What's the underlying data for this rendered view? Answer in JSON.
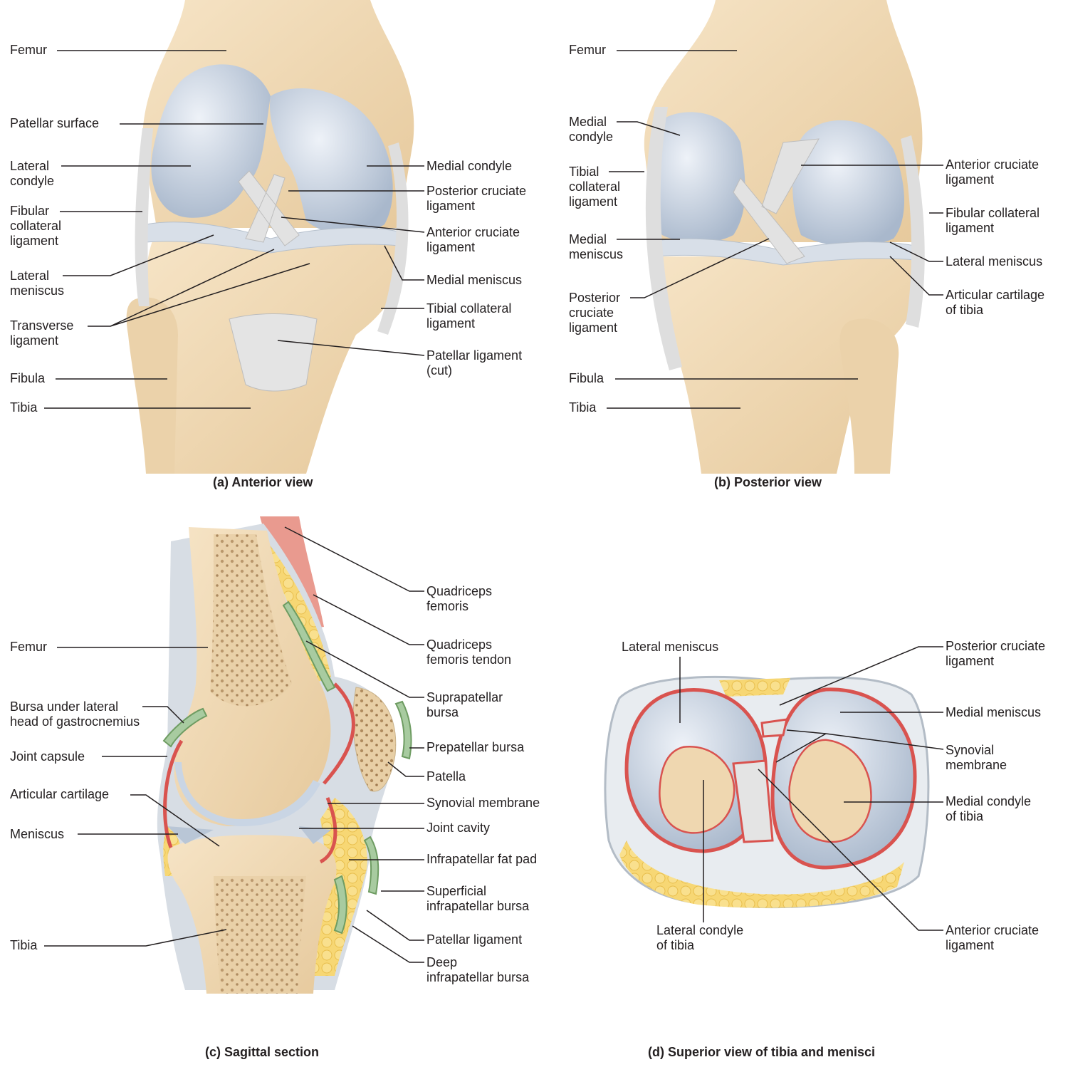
{
  "panels": {
    "anterior": {
      "caption": "(a)  Anterior view",
      "labels": {
        "femur": "Femur",
        "patellar_surface": "Patellar surface",
        "lateral_condyle": "Lateral\ncondyle",
        "fibular_collateral": "Fibular\ncollateral\nligament",
        "lateral_meniscus": "Lateral\nmeniscus",
        "transverse": "Transverse\nligament",
        "fibula": "Fibula",
        "tibia": "Tibia",
        "medial_condyle": "Medial condyle",
        "pcl": "Posterior cruciate\nligament",
        "acl": "Anterior cruciate\nligament",
        "medial_meniscus": "Medial meniscus",
        "tibial_collateral": "Tibial collateral\nligament",
        "patellar_ligament": "Patellar ligament\n(cut)"
      }
    },
    "posterior": {
      "caption": "(b)  Posterior view",
      "labels": {
        "femur": "Femur",
        "medial_condyle": "Medial\ncondyle",
        "tibial_collateral": "Tibial\ncollateral\nligament",
        "medial_meniscus": "Medial\nmeniscus",
        "pcl": "Posterior\ncruciate\nligament",
        "fibula": "Fibula",
        "tibia": "Tibia",
        "acl": "Anterior cruciate\nligament",
        "fibular_collateral": "Fibular collateral\nligament",
        "lateral_meniscus": "Lateral meniscus",
        "articular_cartilage": "Articular cartilage\nof tibia"
      }
    },
    "sagittal": {
      "caption": "(c)  Sagittal section",
      "labels": {
        "femur": "Femur",
        "bursa_gastrocnemius": "Bursa under lateral\nhead of gastrocnemius",
        "joint_capsule": "Joint capsule",
        "articular_cartilage": "Articular cartilage",
        "meniscus": "Meniscus",
        "tibia": "Tibia",
        "quadriceps": "Quadriceps\nfemoris",
        "quadriceps_tendon": "Quadriceps\nfemoris tendon",
        "suprapatellar": "Suprapatellar\nbursa",
        "prepatellar": "Prepatellar bursa",
        "patella": "Patella",
        "synovial": "Synovial membrane",
        "joint_cavity": "Joint cavity",
        "fat_pad": "Infrapatellar fat pad",
        "superficial_bursa": "Superficial\ninfrapatellar bursa",
        "patellar_ligament": "Patellar ligament",
        "deep_bursa": "Deep\ninfrapatellar bursa"
      }
    },
    "superior": {
      "caption": "(d)  Superior view of tibia and menisci",
      "labels": {
        "lateral_meniscus": "Lateral meniscus",
        "pcl": "Posterior cruciate\nligament",
        "medial_meniscus": "Medial meniscus",
        "synovial": "Synovial\nmembrane",
        "medial_condyle": "Medial condyle\nof tibia",
        "lateral_condyle": "Lateral condyle\nof tibia",
        "acl": "Anterior cruciate\nligament"
      }
    }
  },
  "colors": {
    "bone": "#f0d9b5",
    "cartilage": "#cdd9e8",
    "ligament": "#dcdcdc",
    "fat": "#f5d56e",
    "synovial": "#d9534f",
    "muscle": "#e99a8f",
    "leader": "#231f20"
  }
}
